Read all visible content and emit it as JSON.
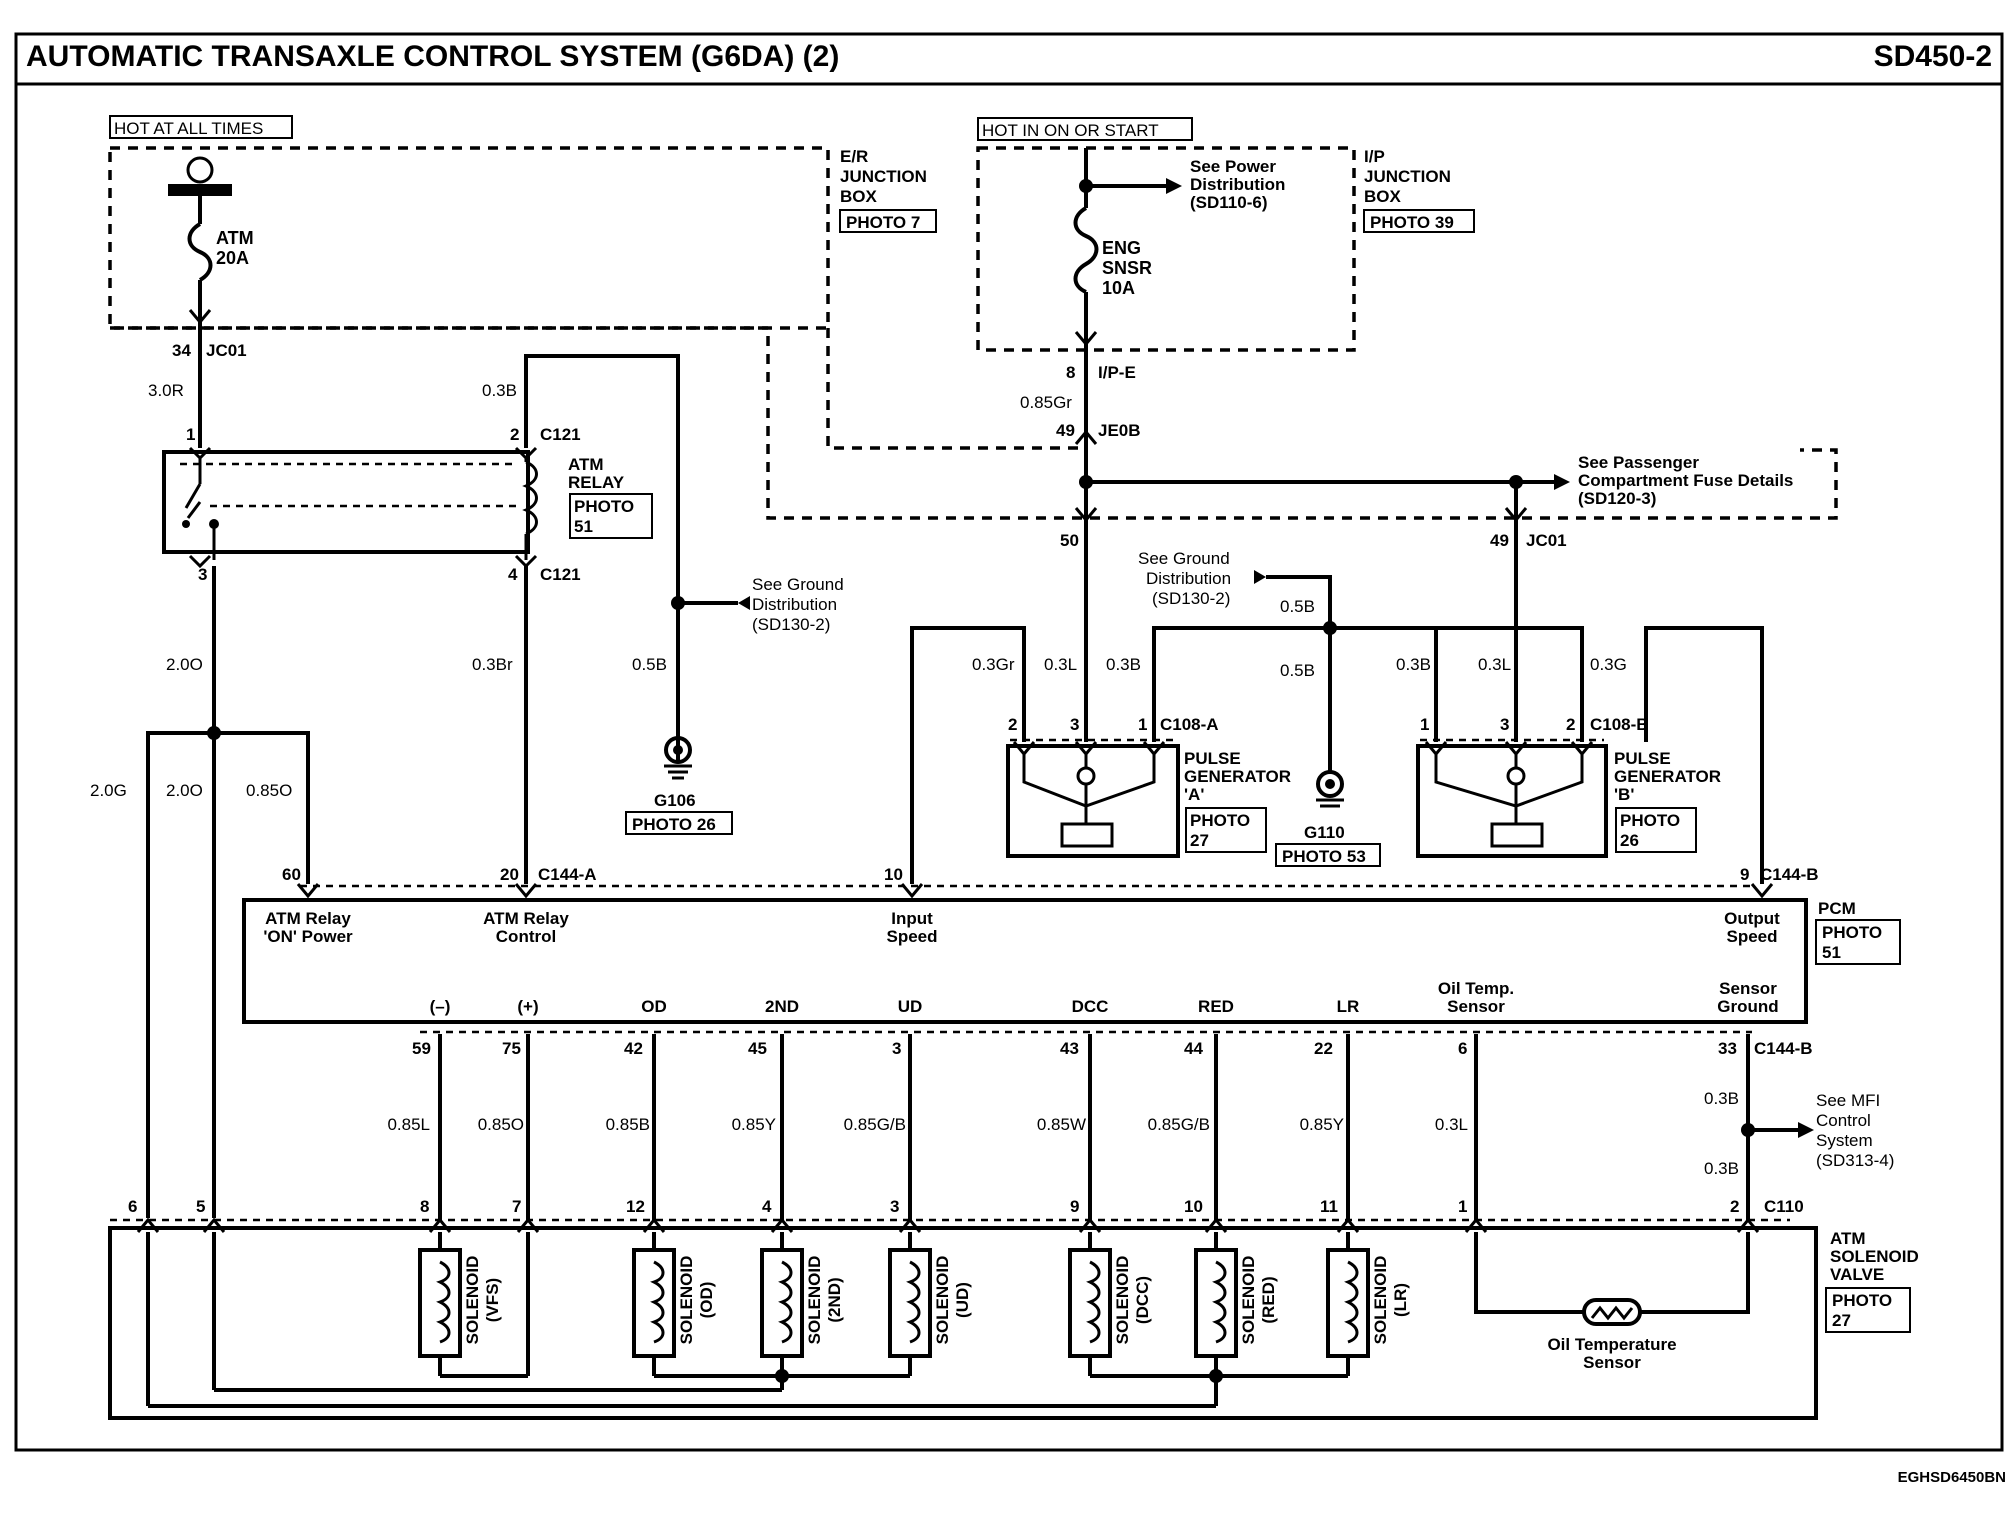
{
  "title": "AUTOMATIC TRANSAXLE CONTROL SYSTEM (G6DA) (2)",
  "page_code": "SD450-2",
  "doc_code": "EGHSD6450BN",
  "power": {
    "hot_at_all_times": "HOT AT ALL TIMES",
    "hot_in_on_or_start": "HOT IN ON OR START",
    "er_box": [
      "E/R",
      "JUNCTION",
      "BOX"
    ],
    "er_photo": "PHOTO 7",
    "ip_box": [
      "I/P",
      "JUNCTION",
      "BOX"
    ],
    "ip_photo": "PHOTO 39",
    "fuse_atm": [
      "ATM",
      "20A"
    ],
    "fuse_eng": [
      "ENG",
      "SNSR",
      "10A"
    ],
    "see_power": [
      "See Power",
      "Distribution",
      "(SD110-6)"
    ],
    "see_pass": [
      "See Passenger",
      "Compartment Fuse Details",
      "(SD120-3)"
    ]
  },
  "relay": {
    "name": [
      "ATM",
      "RELAY"
    ],
    "photo": [
      "PHOTO",
      "51"
    ],
    "connector": "C121"
  },
  "grounds": {
    "g106": "G106",
    "g106_photo": "PHOTO 26",
    "g110": "G110",
    "g110_photo": "PHOTO 53",
    "see_ground": [
      "See Ground",
      "Distribution",
      "(SD130-2)"
    ]
  },
  "pulse_a": {
    "name": [
      "PULSE",
      "GENERATOR",
      "'A'"
    ],
    "photo": [
      "PHOTO",
      "27"
    ],
    "connector": "C108-A"
  },
  "pulse_b": {
    "name": [
      "PULSE",
      "GENERATOR",
      "'B'"
    ],
    "photo": [
      "PHOTO",
      "26"
    ],
    "connector": "C108-B"
  },
  "pcm": {
    "name": "PCM",
    "photo": [
      "PHOTO",
      "51"
    ],
    "conn_a": "C144-A",
    "conn_b": "C144-B",
    "top_labels": [
      [
        "ATM Relay",
        "'ON' Power"
      ],
      [
        "ATM Relay",
        "Control"
      ],
      [
        "Input",
        "Speed"
      ],
      [
        "Output",
        "Speed"
      ]
    ],
    "bottom_labels": [
      "(–)",
      "(+)",
      "OD",
      "2ND",
      "UD",
      "DCC",
      "RED",
      "LR",
      [
        "Oil Temp.",
        "Sensor"
      ],
      [
        "Sensor",
        "Ground"
      ]
    ]
  },
  "valve": {
    "name": [
      "ATM",
      "SOLENOID",
      "VALVE"
    ],
    "photo": [
      "PHOTO",
      "27"
    ],
    "connector": "C110",
    "solenoids": [
      [
        "SOLENOID",
        "(VFS)"
      ],
      [
        "SOLENOID",
        "(OD)"
      ],
      [
        "SOLENOID",
        "(2ND)"
      ],
      [
        "SOLENOID",
        "(UD)"
      ],
      [
        "SOLENOID",
        "(DCC)"
      ],
      [
        "SOLENOID",
        "(RED)"
      ],
      [
        "SOLENOID",
        "(LR)"
      ]
    ],
    "oil_sensor": [
      "Oil Temperature",
      "Sensor"
    ]
  },
  "mfi": [
    "See MFI",
    "Control",
    "System",
    "(SD313-4)"
  ],
  "wires": {
    "w30R": "3.0R",
    "w03B_relay": "0.3B",
    "w20O_a": "2.0O",
    "w03Br": "0.3Br",
    "w05B_g106": "0.5B",
    "w20G": "2.0G",
    "w20O_b": "2.0O",
    "w085O": "0.85O",
    "w085Gr": "0.85Gr",
    "w03Gr": "0.3Gr",
    "w03L_a": "0.3L",
    "w03B_a": "0.3B",
    "w05B_top": "0.5B",
    "w05B_g110": "0.5B",
    "w03B_b": "0.3B",
    "w03L_b": "0.3L",
    "w03G": "0.3G",
    "bottom": [
      "0.85L",
      "0.85O",
      "0.85B",
      "0.85Y",
      "0.85G/B",
      "0.85W",
      "0.85G/B",
      "0.85Y",
      "0.3L"
    ],
    "w03B_mfi_a": "0.3B",
    "w03B_mfi_b": "0.3B"
  },
  "pins": {
    "jc01_top": "JC01",
    "p34": "34",
    "p1": "1",
    "p2": "2",
    "p3": "3",
    "p4": "4",
    "ipe": "I/P-E",
    "p8": "8",
    "jeob": "JE0B",
    "p49": "49",
    "p50": "50",
    "p49b": "49",
    "jc01_b": "JC01",
    "pa2": "2",
    "pa3": "3",
    "pa1": "1",
    "pb1": "1",
    "pb3": "3",
    "pb2": "2",
    "p60": "60",
    "p20": "20",
    "p10": "10",
    "p9": "9",
    "bottom_pcm": [
      "59",
      "75",
      "42",
      "45",
      "3",
      "43",
      "44",
      "22",
      "6",
      "33"
    ],
    "valve_pins": [
      "6",
      "5",
      "8",
      "7",
      "12",
      "4",
      "3",
      "9",
      "10",
      "11",
      "1",
      "2"
    ]
  }
}
